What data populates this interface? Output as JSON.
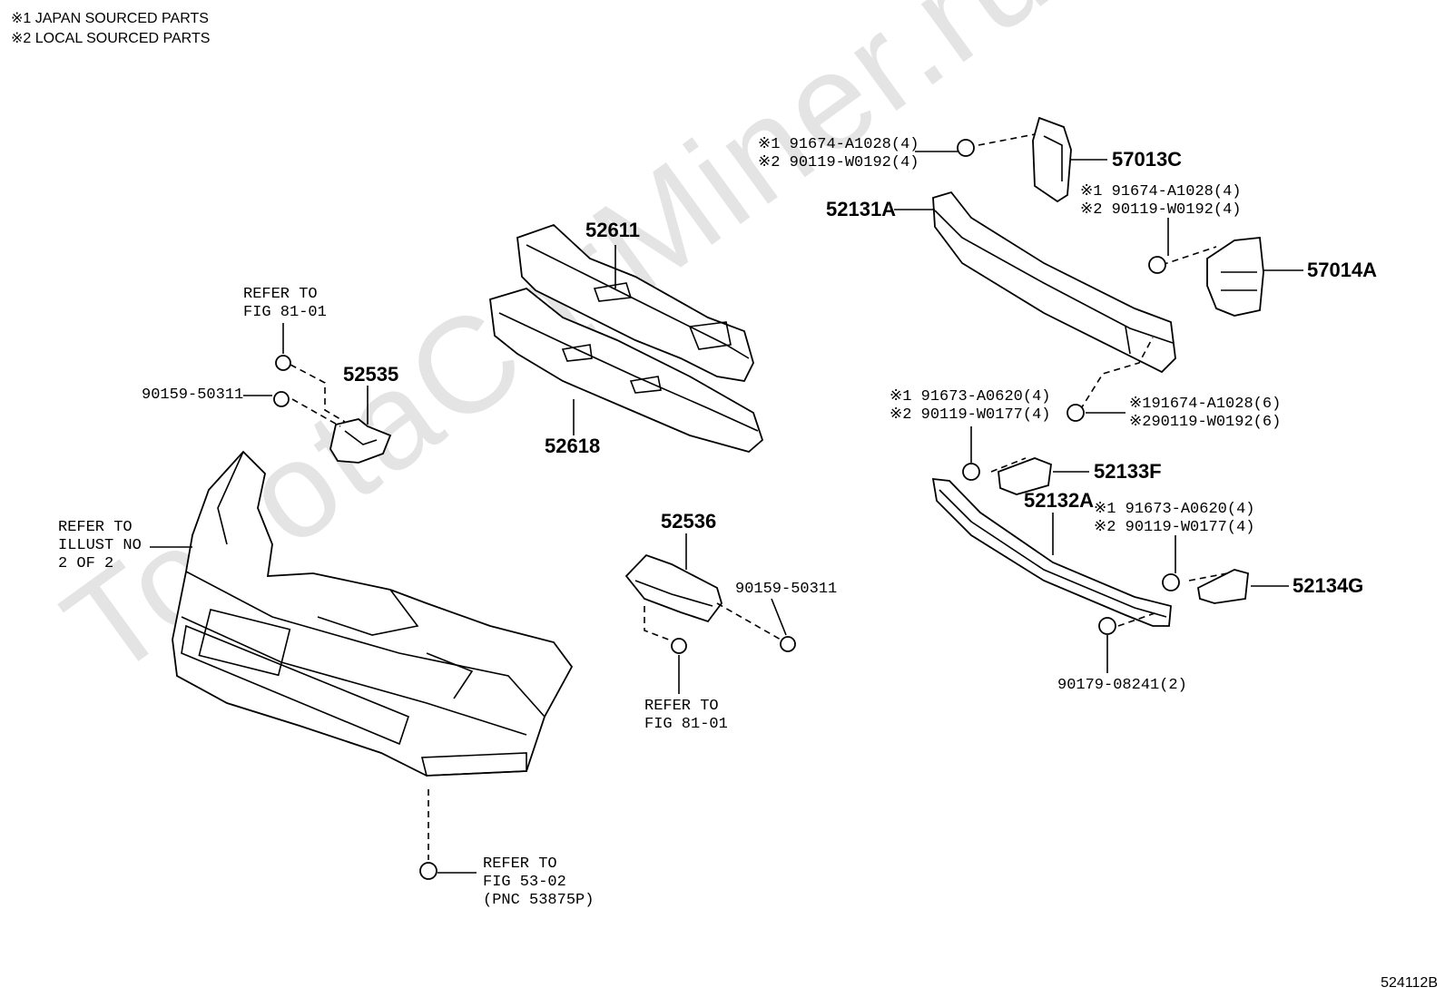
{
  "notes": [
    "※1 JAPAN SOURCED PARTS",
    "※2 LOCAL SOURCED PARTS"
  ],
  "watermark": "ToyotaCarMiner.ru",
  "figure_id": "524112B",
  "labels": {
    "p57013c": "57013C",
    "p52131a": "52131A",
    "p57014a": "57014A",
    "p52611": "52611",
    "p52618": "52618",
    "p52535": "52535",
    "p52536": "52536",
    "p52133f": "52133F",
    "p52132a": "52132A",
    "p52134g": "52134G",
    "refer_fig8101_left": "REFER TO\nFIG 81-01",
    "bolt_90159_left": "90159-50311",
    "refer_illust": "REFER TO\nILLUST NO\n2 OF 2",
    "bolt_90159_right": "90159-50311",
    "refer_fig8101_mid": "REFER TO\nFIG 81-01",
    "refer_fig5302": "REFER TO\nFIG 53-02\n(PNC 53875P)",
    "bolt_top_left": "※1 91674-A1028(4)\n※2 90119-W0192(4)",
    "bolt_top_right": "※1 91674-A1028(4)\n※2 90119-W0192(4)",
    "bolt_reinf_left": "※1 91673-A0620(4)\n※2 90119-W0177(4)",
    "bolt_reinf_right": "※191674-A1028(6)\n※290119-W0192(6)",
    "bolt_lower_right": "※1 91673-A0620(4)\n※2 90119-W0177(4)",
    "nut_90179": "90179-08241(2)"
  }
}
